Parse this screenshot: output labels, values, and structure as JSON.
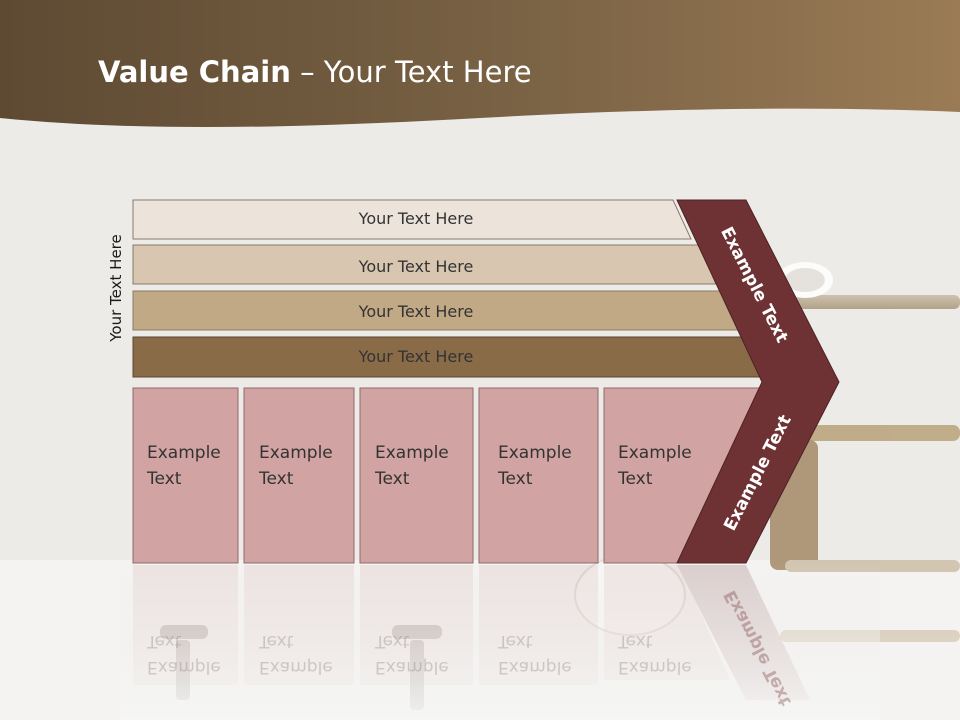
{
  "title": {
    "bold": "Value Chain",
    "rest": " – Your Text Here"
  },
  "side_label": "Your Text Here",
  "rows": [
    {
      "label": "Your Text Here",
      "fill": "#ece3db"
    },
    {
      "label": "Your Text Here",
      "fill": "#d8c6b1"
    },
    {
      "label": "Your Text Here",
      "fill": "#c2a986"
    },
    {
      "label": "Your Text Here",
      "fill": "#8a6b48"
    }
  ],
  "cells": [
    {
      "line1": "Example",
      "line2": "Text"
    },
    {
      "line1": "Example",
      "line2": "Text"
    },
    {
      "line1": "Example",
      "line2": "Text"
    },
    {
      "line1": "Example",
      "line2": "Text"
    },
    {
      "line1": "Example",
      "line2": "Text"
    }
  ],
  "chevron": {
    "upper_label": "Example Text",
    "lower_label": "Example Text"
  },
  "colors": {
    "header": "#8a6e4c",
    "cell": "#d2a3a3",
    "chevron": "#6e3234"
  }
}
